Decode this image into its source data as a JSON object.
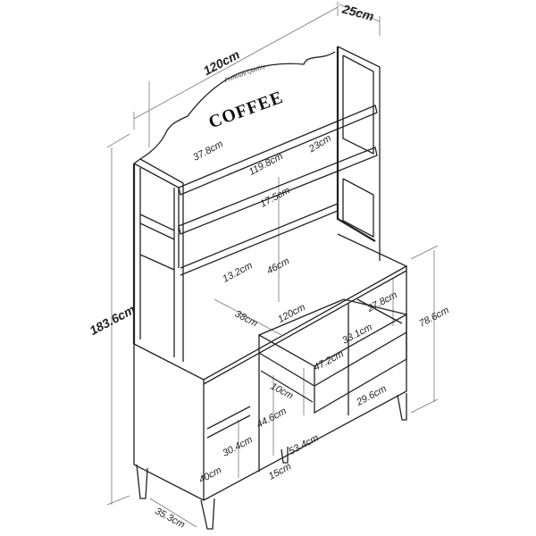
{
  "logo": {
    "tagline": "Premium Quality",
    "word": "COFFEE"
  },
  "dimensions": {
    "overall_width": "120cm",
    "overall_depth": "25cm",
    "overall_height": "183.6cm",
    "backboard_height": "37.8cm",
    "top_shelf_depth": "23cm",
    "shelf_width": "119.8cm",
    "shelf_spacing": "17.5cm",
    "lower_gap": "13.2cm",
    "hutch_clearance": "46cm",
    "cabinet_depth": "38cm",
    "cabinet_width": "120cm",
    "right_compartment_height": "27.8cm",
    "cabinet_height": "78.6cm",
    "drawer_inner_depth": "33.1cm",
    "drawer_width": "47.2cm",
    "drawer_height": "10cm",
    "lower_right_width": "29.6cm",
    "middle_height": "44.6cm",
    "left_shelf_height": "30.4cm",
    "middle_width": "53.4cm",
    "leg_height": "15cm",
    "left_compartment_width": "40cm",
    "base_depth": "35.3cm"
  }
}
